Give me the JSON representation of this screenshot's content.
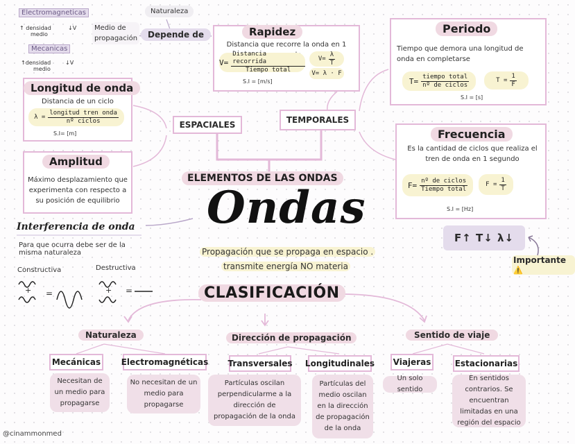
{
  "header_left": {
    "electromagneticas": "Electromagneticas",
    "em_densidad_up": "↑ densidad",
    "em_densidad_word": "medio",
    "em_v_down": "↓V",
    "mecanicas": "Mecanicas",
    "mec_densidad_up": "↑densidad",
    "mec_densidad_word": "medio",
    "mec_v_down": "↓V"
  },
  "depende": {
    "naturaleza": "Naturaleza",
    "medio": "Medio de propagación",
    "depende_de": "Depende de"
  },
  "rapidez": {
    "title": "Rapidez",
    "desc": "Distancia que recorre la onda en 1 segundo",
    "v_eq": "V=",
    "num": "Distancia recorrida",
    "den": "Tiempo total",
    "v2_eq": "V=",
    "v2_num": "λ",
    "v2_den": "T",
    "v3": "V= λ · F",
    "si": "S.I = [m/s]"
  },
  "periodo": {
    "title": "Periodo",
    "desc": "Tiempo que demora una longitud de onda en completarse",
    "t_eq": "T=",
    "num": "tiempo total",
    "den": "nº de ciclos",
    "t2_eq": "T =",
    "t2_num": "1",
    "t2_den": "F",
    "si": "S.I = [s]"
  },
  "longitud": {
    "title": "Longitud de onda",
    "desc": "Distancia de un ciclo",
    "l_eq": "λ =",
    "num": "longitud tren onda",
    "den": "nº ciclos",
    "si": "S.I= [m]"
  },
  "frecuencia": {
    "title": "Frecuencia",
    "desc": "Es la cantidad de ciclos que realiza el tren de onda en 1 segundo",
    "f_eq": "F=",
    "num": "nº de ciclos",
    "den": "Tiempo total",
    "f2_eq": "F =",
    "f2_num": "1",
    "f2_den": "T",
    "si": "S.I = [Hz]"
  },
  "amplitud": {
    "title": "Amplitud",
    "desc": "Máximo desplazamiento que experimenta con respecto a su posición de equilibrio"
  },
  "categorias": {
    "espaciales": "ESPACIALES",
    "temporales": "TEMPORALES",
    "elementos": "ELEMENTOS DE LAS ONDAS"
  },
  "main": {
    "title": "Ondas",
    "def_line1": "Propagación que se propaga en espacio .",
    "def_line2": "transmite energía NO materia"
  },
  "importante": {
    "relation": "F↑ T↓ λ↓",
    "label": "Importante",
    "icon": "⚠️"
  },
  "interferencia": {
    "title": "Interferencia de onda",
    "desc": "Para que ocurra debe ser de la misma naturaleza",
    "constructiva": "Constructiva",
    "destructiva": "Destructiva",
    "plus": "+",
    "equals": "="
  },
  "clasificacion": {
    "title": "CLASIFICACIÓN",
    "naturaleza": "Naturaleza",
    "direccion": "Dirección de propagación",
    "sentido": "Sentido de viaje",
    "mecanicas": "Mecánicas",
    "mecanicas_desc": "Necesitan de un medio para propagarse",
    "electro": "Electromagnéticas",
    "electro_desc": "No necesitan de un medio para propagarse",
    "transversales": "Transversales",
    "transversales_desc": "Partículas oscilan perpendicularme a la dirección de propagación de la onda",
    "longitudinales": "Longitudinales",
    "longitudinales_desc": "Partículas del medio oscilan en la dirección de propagación de la onda",
    "viajeras": "Viajeras",
    "viajeras_desc": "Un solo sentido",
    "estacionarias": "Estacionarias",
    "estacionarias_desc": "En sentidos contrarios. Se encuentran limitadas en una región del espacio"
  },
  "credit": "@cinammonmed",
  "colors": {
    "pink_border": "#e3b8d8",
    "pink_highlight": "#f0d9e2",
    "lilac": "#e4dcec",
    "yellow": "#f8f3d2"
  }
}
